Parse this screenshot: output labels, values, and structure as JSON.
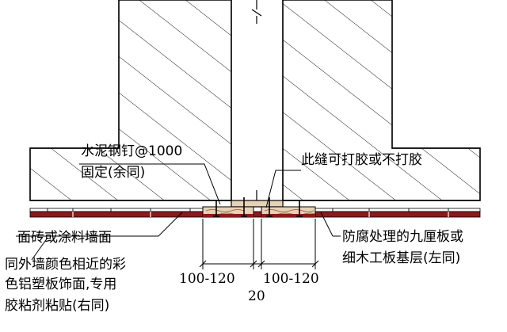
{
  "annotations": {
    "nail_line1": "水泥钢钉@1000",
    "nail_line2": "固定(余同)",
    "seam_note": "此缝可打胶或不打胶",
    "facing_wall": "面砖或涂料墙面",
    "panel_line1": "同外墙颜色相近的彩",
    "panel_line2": "色铝塑板饰面,专用",
    "panel_line3": "胶粘剂粘贴(右同)",
    "base_line1": "防腐处理的九厘板或",
    "base_line2": "细木工板基层(左同)"
  },
  "dimensions": {
    "left_span": "100-120",
    "gap": "20",
    "right_span": "100-120"
  },
  "colors": {
    "panel_fill": "#8b1a1a",
    "line": "#000000",
    "hatch": "#000000",
    "wood_fill": "#e6d2b8"
  }
}
